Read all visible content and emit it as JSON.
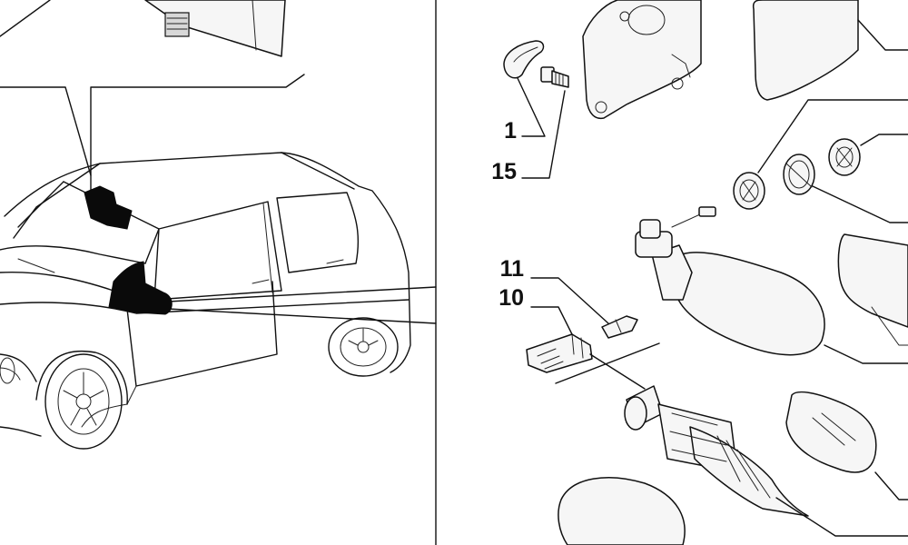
{
  "callouts": [
    {
      "id": "c1",
      "text": "1"
    },
    {
      "id": "c15",
      "text": "15"
    },
    {
      "id": "c11",
      "text": "11"
    },
    {
      "id": "c10",
      "text": "10"
    }
  ],
  "colors": {
    "line": "#111111",
    "background": "#ffffff",
    "highlight": "#0a0a0a"
  }
}
